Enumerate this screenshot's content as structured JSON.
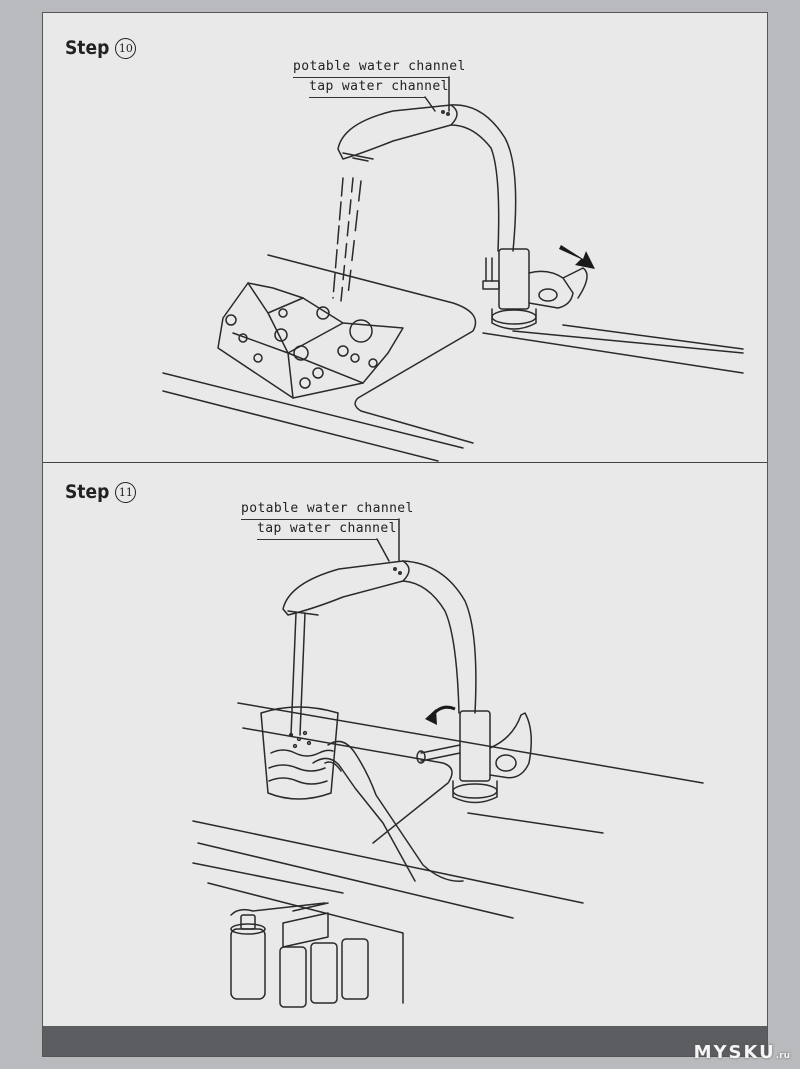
{
  "steps": [
    {
      "title": "Step",
      "number": "10",
      "labels": {
        "potable": "potable water channel",
        "tap": "tap water channel"
      }
    },
    {
      "title": "Step",
      "number": "11",
      "labels": {
        "potable": "potable water channel",
        "tap": "tap water channel"
      }
    }
  ],
  "watermark": {
    "text": "MYSKU",
    "suffix": ".ru"
  }
}
